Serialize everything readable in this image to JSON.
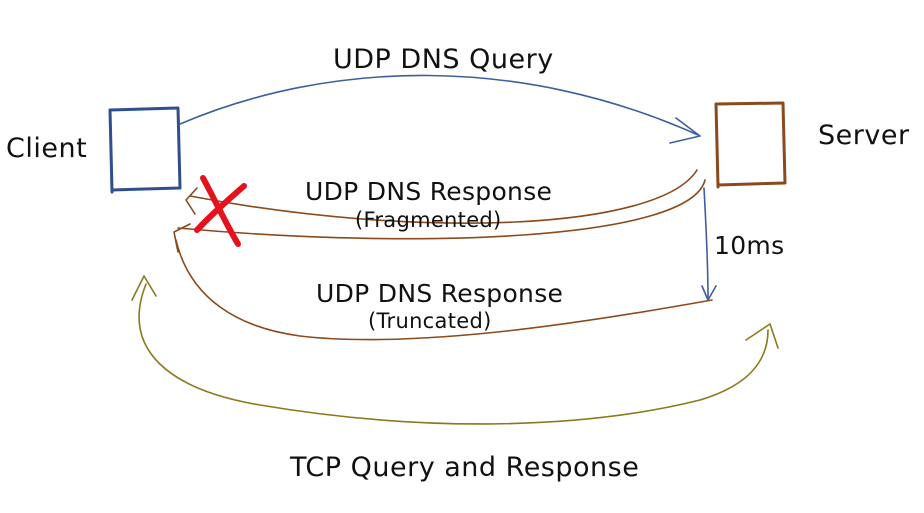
{
  "nodes": {
    "client": {
      "label": "Client"
    },
    "server": {
      "label": "Server"
    }
  },
  "messages": {
    "udp_query": {
      "label": "UDP DNS Query"
    },
    "udp_response_fragmented": {
      "label": "UDP DNS Response",
      "sublabel": "(Fragmented)"
    },
    "udp_response_truncated": {
      "label": "UDP DNS Response",
      "sublabel": "(Truncated)"
    },
    "tcp_exchange": {
      "label": "TCP Query and Response"
    }
  },
  "delay": {
    "label": "10ms"
  },
  "marks": {
    "dropped": "x-mark"
  },
  "colors": {
    "client": "#2f4f8f",
    "server": "#8a4a1c",
    "query_arrow": "#3e5f9e",
    "response_arrow": "#8a4a1c",
    "tcp_arrow": "#8a7a1c",
    "drop_mark": "#e5121b",
    "text": "#111111"
  }
}
